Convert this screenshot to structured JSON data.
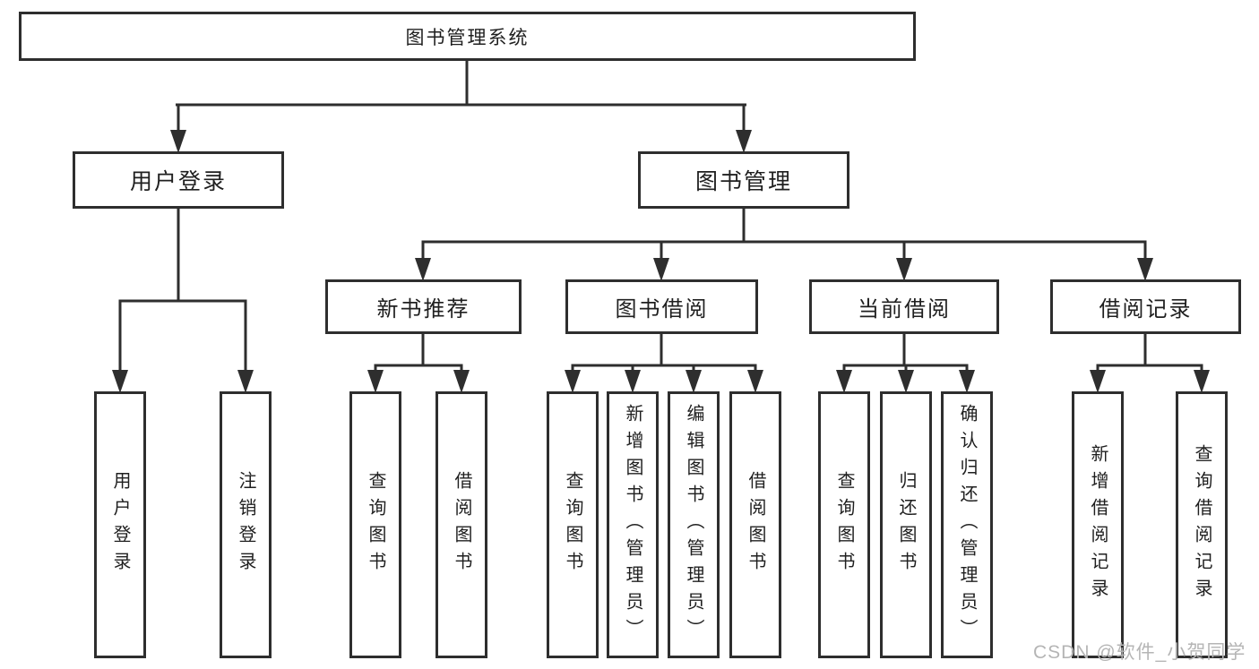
{
  "diagram": {
    "root": {
      "label": "图书管理系统"
    },
    "branches": [
      {
        "label": "用户登录",
        "children": [
          {
            "label": "用户登录"
          },
          {
            "label": "注销登录"
          }
        ]
      },
      {
        "label": "图书管理",
        "children": [
          {
            "label": "新书推荐",
            "children": [
              {
                "label": "查询图书"
              },
              {
                "label": "借阅图书"
              }
            ]
          },
          {
            "label": "图书借阅",
            "children": [
              {
                "label": "查询图书"
              },
              {
                "label": "新增图书（管理员）"
              },
              {
                "label": "编辑图书（管理员）"
              },
              {
                "label": "借阅图书"
              }
            ]
          },
          {
            "label": "当前借阅",
            "children": [
              {
                "label": "查询图书"
              },
              {
                "label": "归还图书"
              },
              {
                "label": "确认归还（管理员）"
              }
            ]
          },
          {
            "label": "借阅记录",
            "children": [
              {
                "label": "新增借阅记录"
              },
              {
                "label": "查询借阅记录"
              }
            ]
          }
        ]
      }
    ]
  },
  "watermark": {
    "text": "CSDN @软件_小贺同学"
  },
  "colors": {
    "line": "#2e2e2e",
    "text": "#1f1f1f",
    "watermark": "#b5b5b5",
    "background": "#ffffff"
  }
}
